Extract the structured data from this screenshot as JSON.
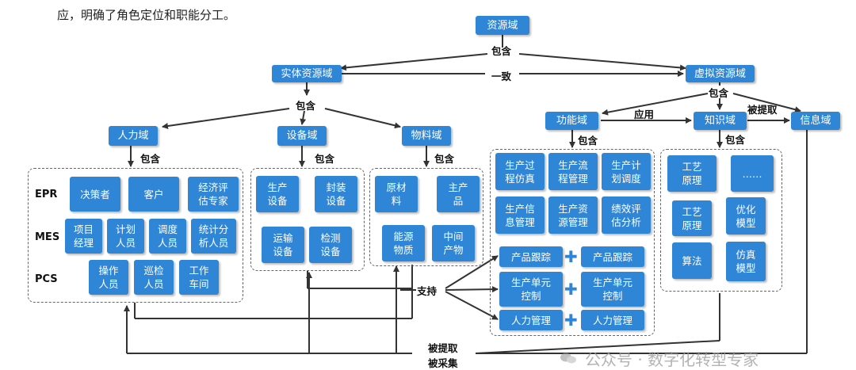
{
  "intro_text": "应，明确了角色定位和职能分工。",
  "nodes": {
    "resource_domain": "资源域",
    "physical_domain": "实体资源域",
    "virtual_domain": "虚拟资源域",
    "human_domain": "人力域",
    "equipment_domain": "设备域",
    "material_domain": "物料域",
    "function_domain": "功能域",
    "knowledge_domain": "知识域",
    "info_domain": "信息域"
  },
  "edge_labels": {
    "contains": "包含",
    "consistent": "一致",
    "apply": "应用",
    "extracted": "被提取",
    "support": "支持",
    "extracted_collected_1": "被提取",
    "extracted_collected_2": "被采集"
  },
  "human_group": {
    "rows": [
      "EPR",
      "MES",
      "PCS"
    ],
    "epr": [
      "决策者",
      "客户",
      "经济评\n估专家"
    ],
    "mes": [
      "项目\n经理",
      "计划\n人员",
      "调度\n人员",
      "统计分\n析人员"
    ],
    "pcs": [
      "操作\n人员",
      "巡检\n人员",
      "工作\n车间"
    ]
  },
  "equipment_group": [
    "生产\n设备",
    "封装\n设备",
    "运输\n设备",
    "检测\n设备"
  ],
  "material_group": [
    "原材\n料",
    "主产\n品",
    "能源\n物质",
    "中间\n产物"
  ],
  "function_group": {
    "grid": [
      "生产过\n程仿真",
      "生产流\n程管理",
      "生产计\n划调度",
      "生产信\n息管理",
      "生产资\n源管理",
      "绩效评\n估分析"
    ],
    "pairs": [
      [
        "产品跟踪",
        "产品跟踪"
      ],
      [
        "生产单元\n控制",
        "生产单元\n控制"
      ],
      [
        "人力管理",
        "人力管理"
      ]
    ]
  },
  "knowledge_group": [
    "工艺\n原理",
    "……",
    "工艺\n原理",
    "优化\n模型",
    "算法",
    "仿真\n模型"
  ],
  "watermark": "公众号 · 数字化转型专家",
  "colors": {
    "box": "#2f86d6",
    "line": "#333333"
  }
}
